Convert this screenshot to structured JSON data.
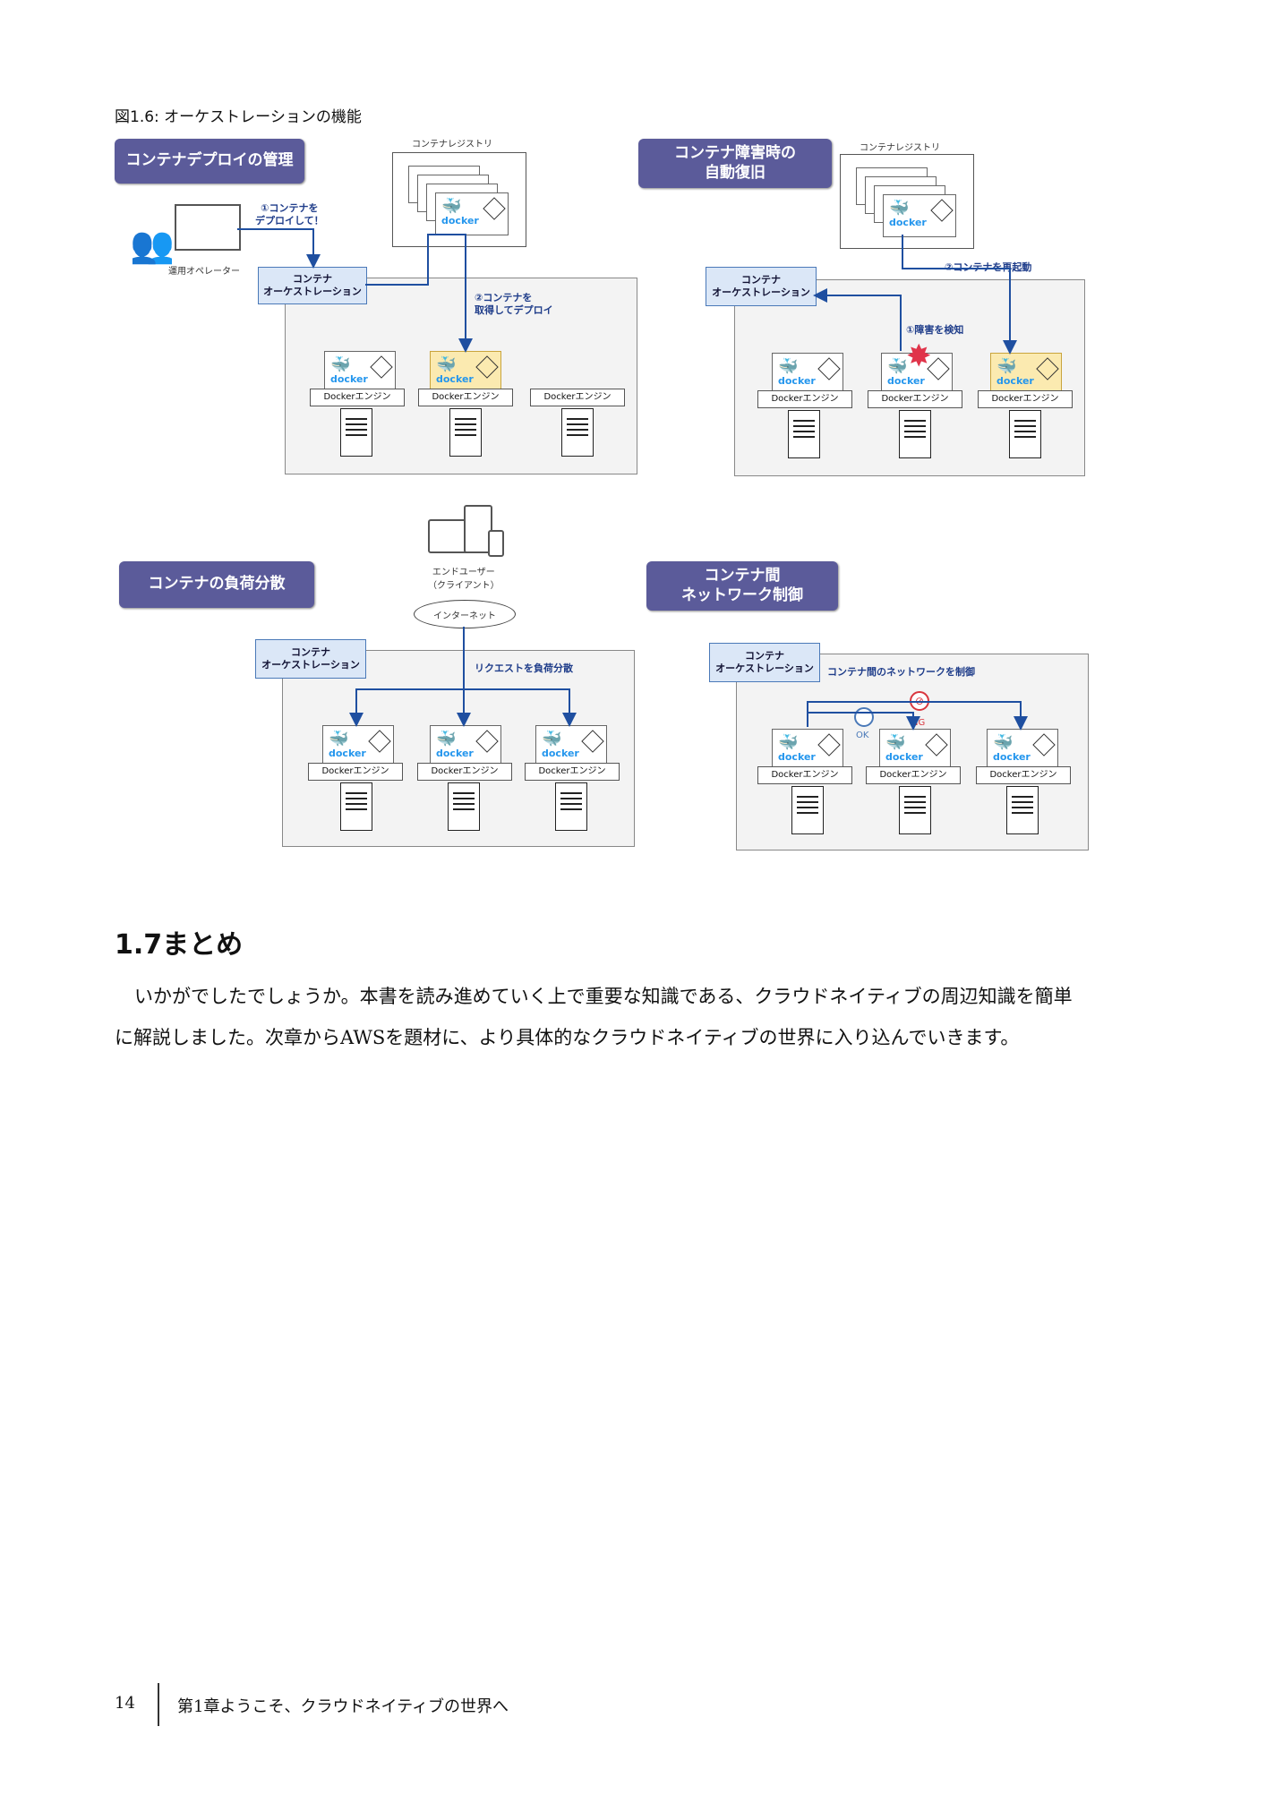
{
  "figure": {
    "caption": "図1.6: オーケストレーションの機能",
    "panels": {
      "deploy": {
        "title": "コンテナデプロイの管理",
        "registry_label": "コンテナレジストリ",
        "operator_label": "運用オペレーター",
        "step1": "①コンテナを\nデプロイして！",
        "orchestration": "コンテナ\nオーケストレーション",
        "step2": "②コンテナを\n取得してデプロイ",
        "engines": [
          "Dockerエンジン",
          "Dockerエンジン",
          "Dockerエンジン"
        ],
        "docker_text": "docker"
      },
      "recovery": {
        "title": "コンテナ障害時の\n自動復旧",
        "registry_label": "コンテナレジストリ",
        "orchestration": "コンテナ\nオーケストレーション",
        "step1": "①障害を検知",
        "step2": "②コンテナを再起動",
        "engines": [
          "Dockerエンジン",
          "Dockerエンジン",
          "Dockerエンジン"
        ],
        "docker_text": "docker"
      },
      "loadbalance": {
        "title": "コンテナの負荷分散",
        "client_label": "エンドユーザー\n（クライアント）",
        "internet_label": "インターネット",
        "orchestration": "コンテナ\nオーケストレーション",
        "request_label": "リクエストを負荷分散",
        "engines": [
          "Dockerエンジン",
          "Dockerエンジン",
          "Dockerエンジン"
        ],
        "docker_text": "docker"
      },
      "network": {
        "title": "コンテナ間\nネットワーク制御",
        "orchestration": "コンテナ\nオーケストレーション",
        "control_label": "コンテナ間のネットワークを制御",
        "ok_label": "OK",
        "ng_label": "NG",
        "engines": [
          "Dockerエンジン",
          "Dockerエンジン",
          "Dockerエンジン"
        ],
        "docker_text": "docker"
      }
    },
    "colors": {
      "title_bg": "#5b5b9a",
      "orch_bg": "#dbe7f7",
      "arrow": "#1f4fa0",
      "highlight": "#fbeab0",
      "ng": "#d9363e"
    }
  },
  "section": {
    "title": "1.7まとめ",
    "paragraph": "いかがでしたでしょうか。本書を読み進めていく上で重要な知識である、クラウドネイティブの周辺知識を簡単に解説しました。次章からAWSを題材に、より具体的なクラウドネイティブの世界に入り込んでいきます。"
  },
  "footer": {
    "page_number": "14",
    "chapter": "第1章ようこそ、クラウドネイティブの世界へ"
  }
}
